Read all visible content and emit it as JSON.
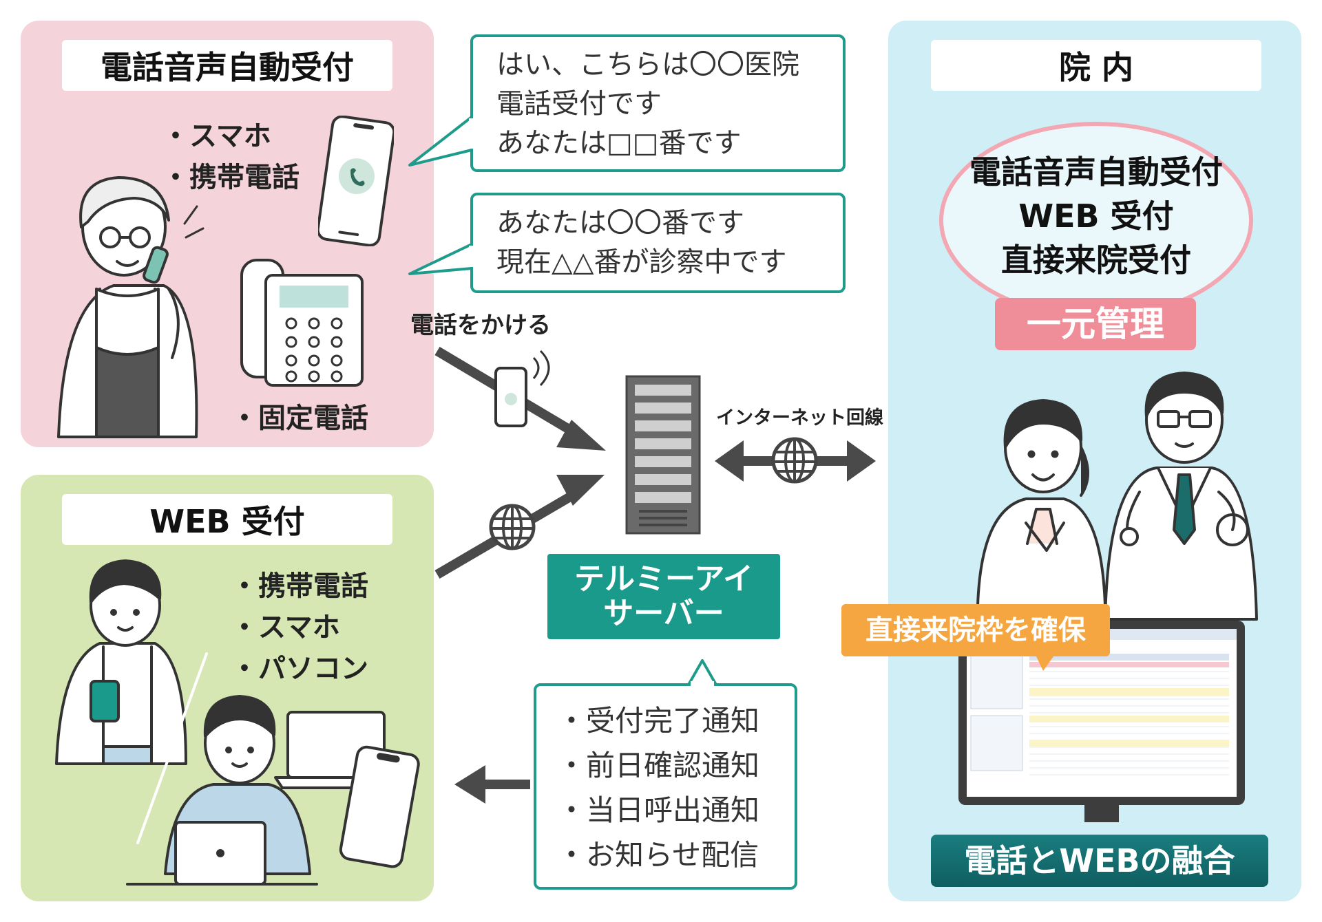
{
  "phone_panel": {
    "title": "電話音声自動受付",
    "mobile_items": [
      "スマホ",
      "携帯電話"
    ],
    "landline_item": "固定電話"
  },
  "bubble_top": {
    "lines": [
      "はい、こちらは〇〇医院",
      "電話受付です",
      "あなたは□□番です"
    ]
  },
  "bubble_mid": {
    "lines": [
      "あなたは〇〇番です",
      "現在△△番が診察中です"
    ]
  },
  "call_label": "電話をかける",
  "internet_label": "インターネット回線",
  "server_label_lines": [
    "テルミーアイ",
    "サーバー"
  ],
  "web_panel": {
    "title": "WEB 受付",
    "items": [
      "携帯電話",
      "スマホ",
      "パソコン"
    ]
  },
  "notifications": {
    "items": [
      "受付完了通知",
      "前日確認通知",
      "当日呼出通知",
      "お知らせ配信"
    ]
  },
  "clinic_panel": {
    "title": "院 内",
    "oval_lines": [
      "電話音声自動受付",
      "WEB 受付",
      "直接来院受付"
    ],
    "unified_label": "一元管理",
    "walkin_label": "直接来院枠を確保",
    "fusion_label": "電話とWEBの融合"
  },
  "colors": {
    "phone_panel_bg": "#f5d3da",
    "web_panel_bg": "#d7e7b3",
    "clinic_panel_bg": "#cfeef6",
    "teal": "#1a9a8a",
    "pink_label": "#ef8d98",
    "orange_label": "#f5a640",
    "arrow_gray": "#4a4a4a"
  }
}
